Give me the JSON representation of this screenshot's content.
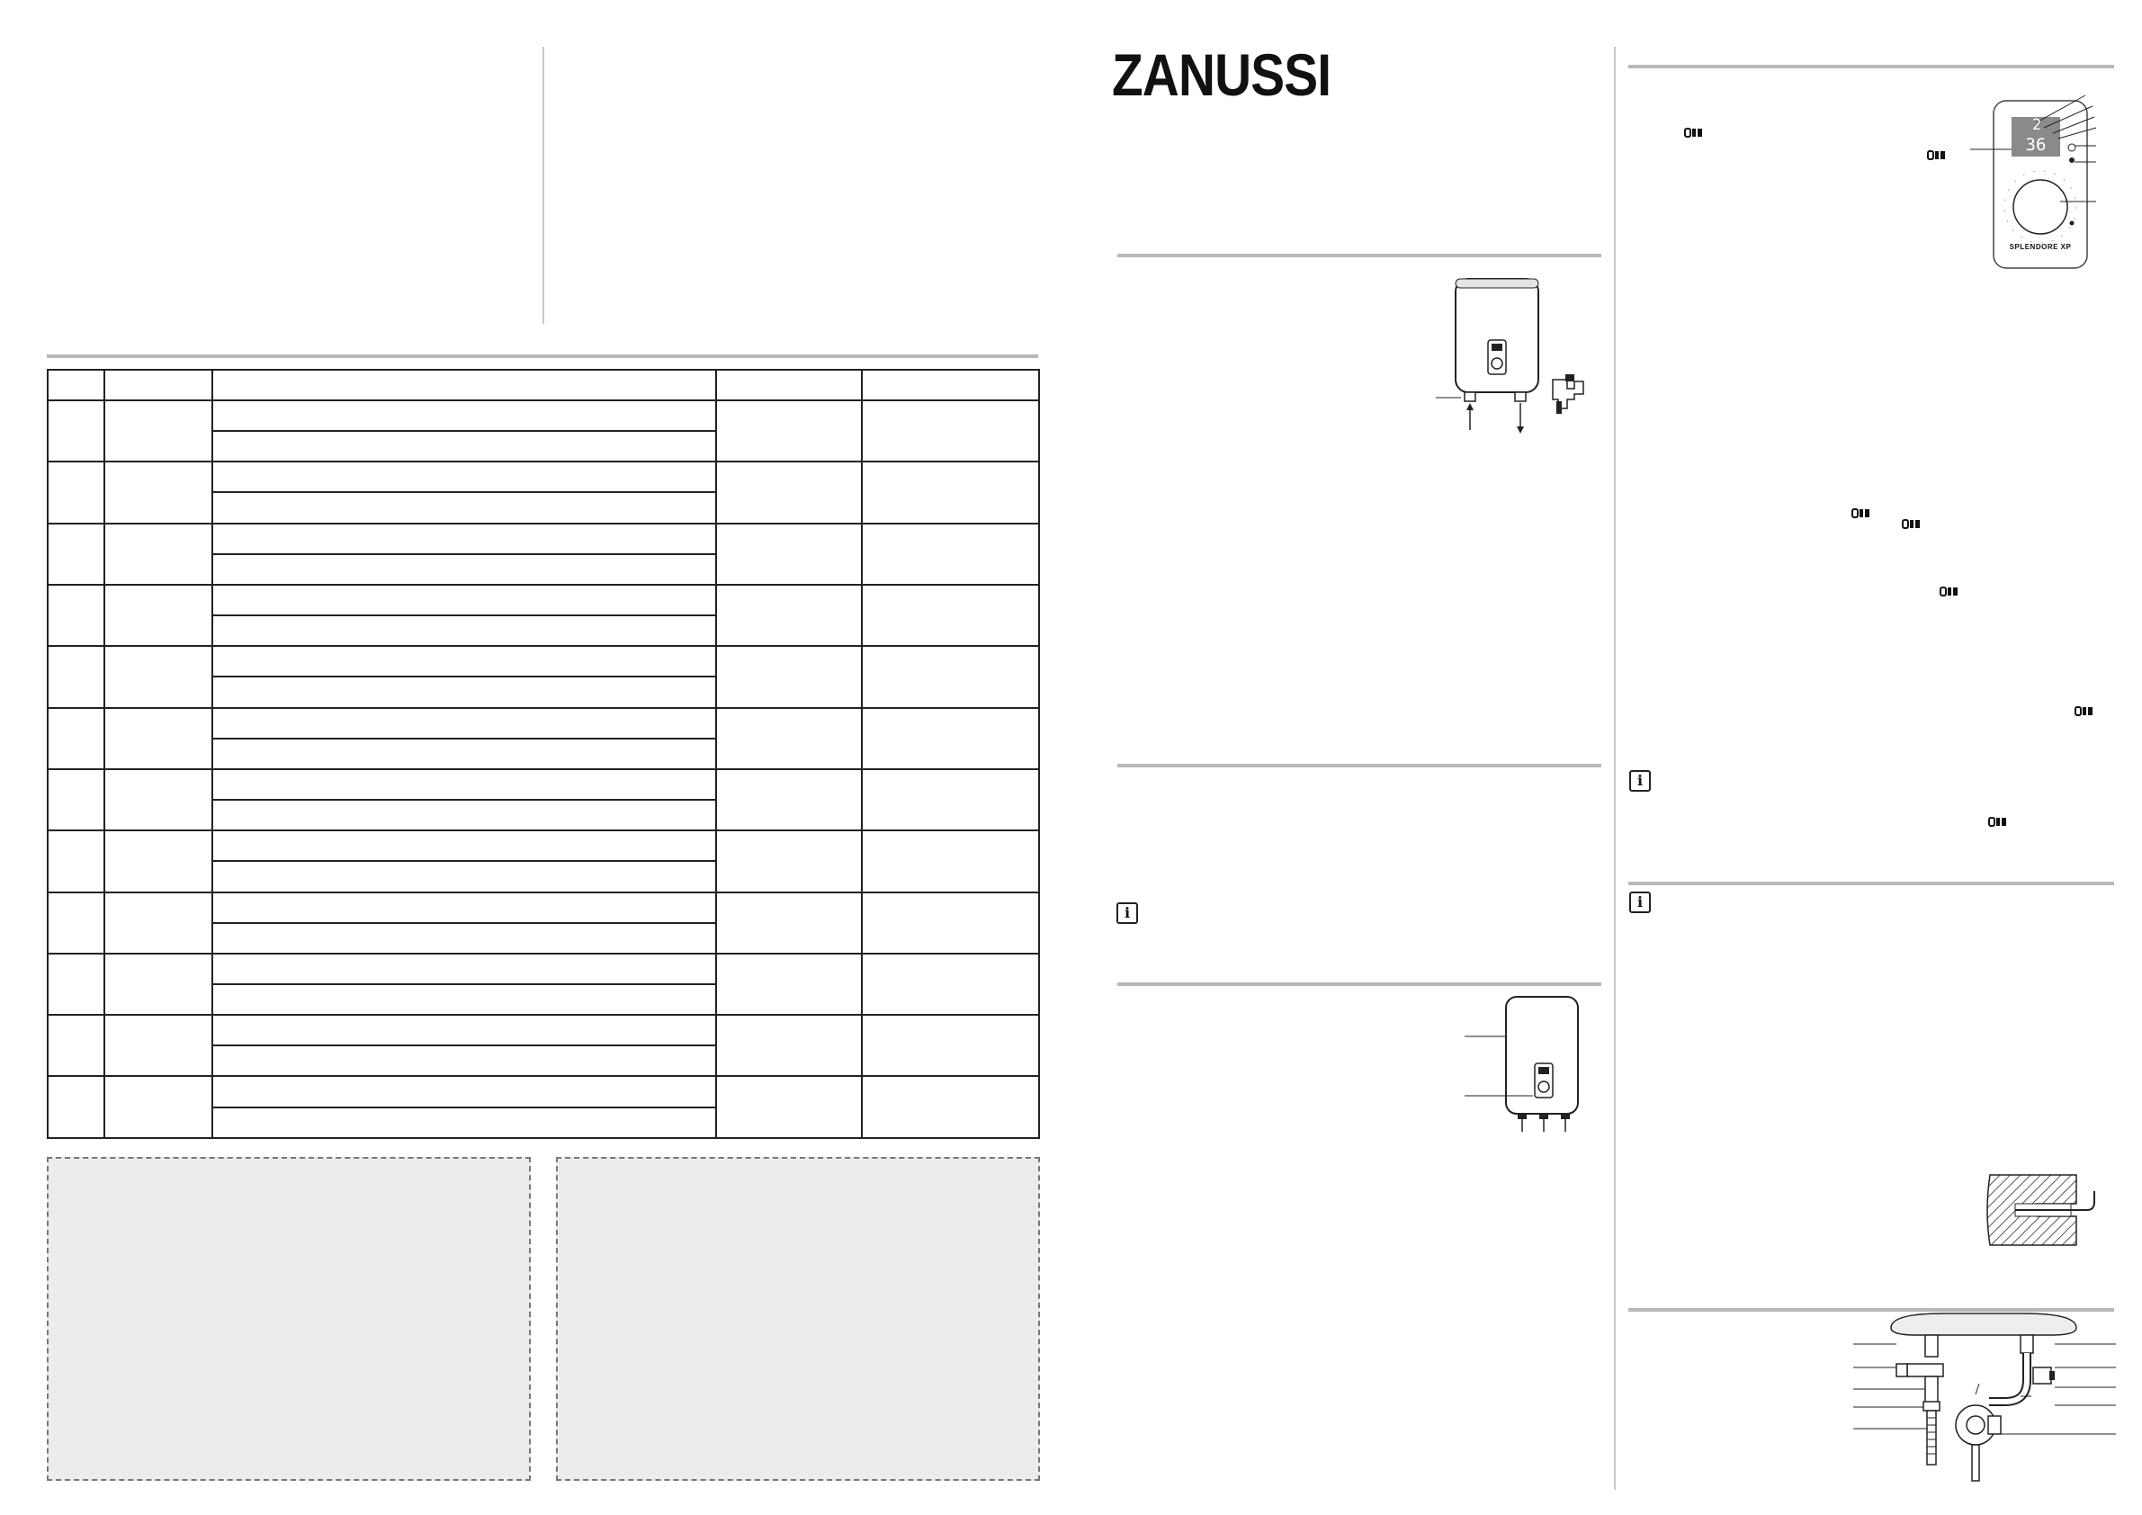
{
  "brand": {
    "logo_text": "ZANUSSI"
  },
  "control_panel": {
    "display_top": "2",
    "display_bottom": "36",
    "model_label": "SPLENDORE XP"
  },
  "warranty_table": {
    "rows": 12,
    "sub_rows_per_row": 2
  },
  "icons": {
    "info": "info-icon",
    "hand": "hand-pointer-icon"
  },
  "colors": {
    "rule": "#b8b8b8",
    "panel_fill": "#ececec",
    "lcd": "#8a8a8a"
  }
}
